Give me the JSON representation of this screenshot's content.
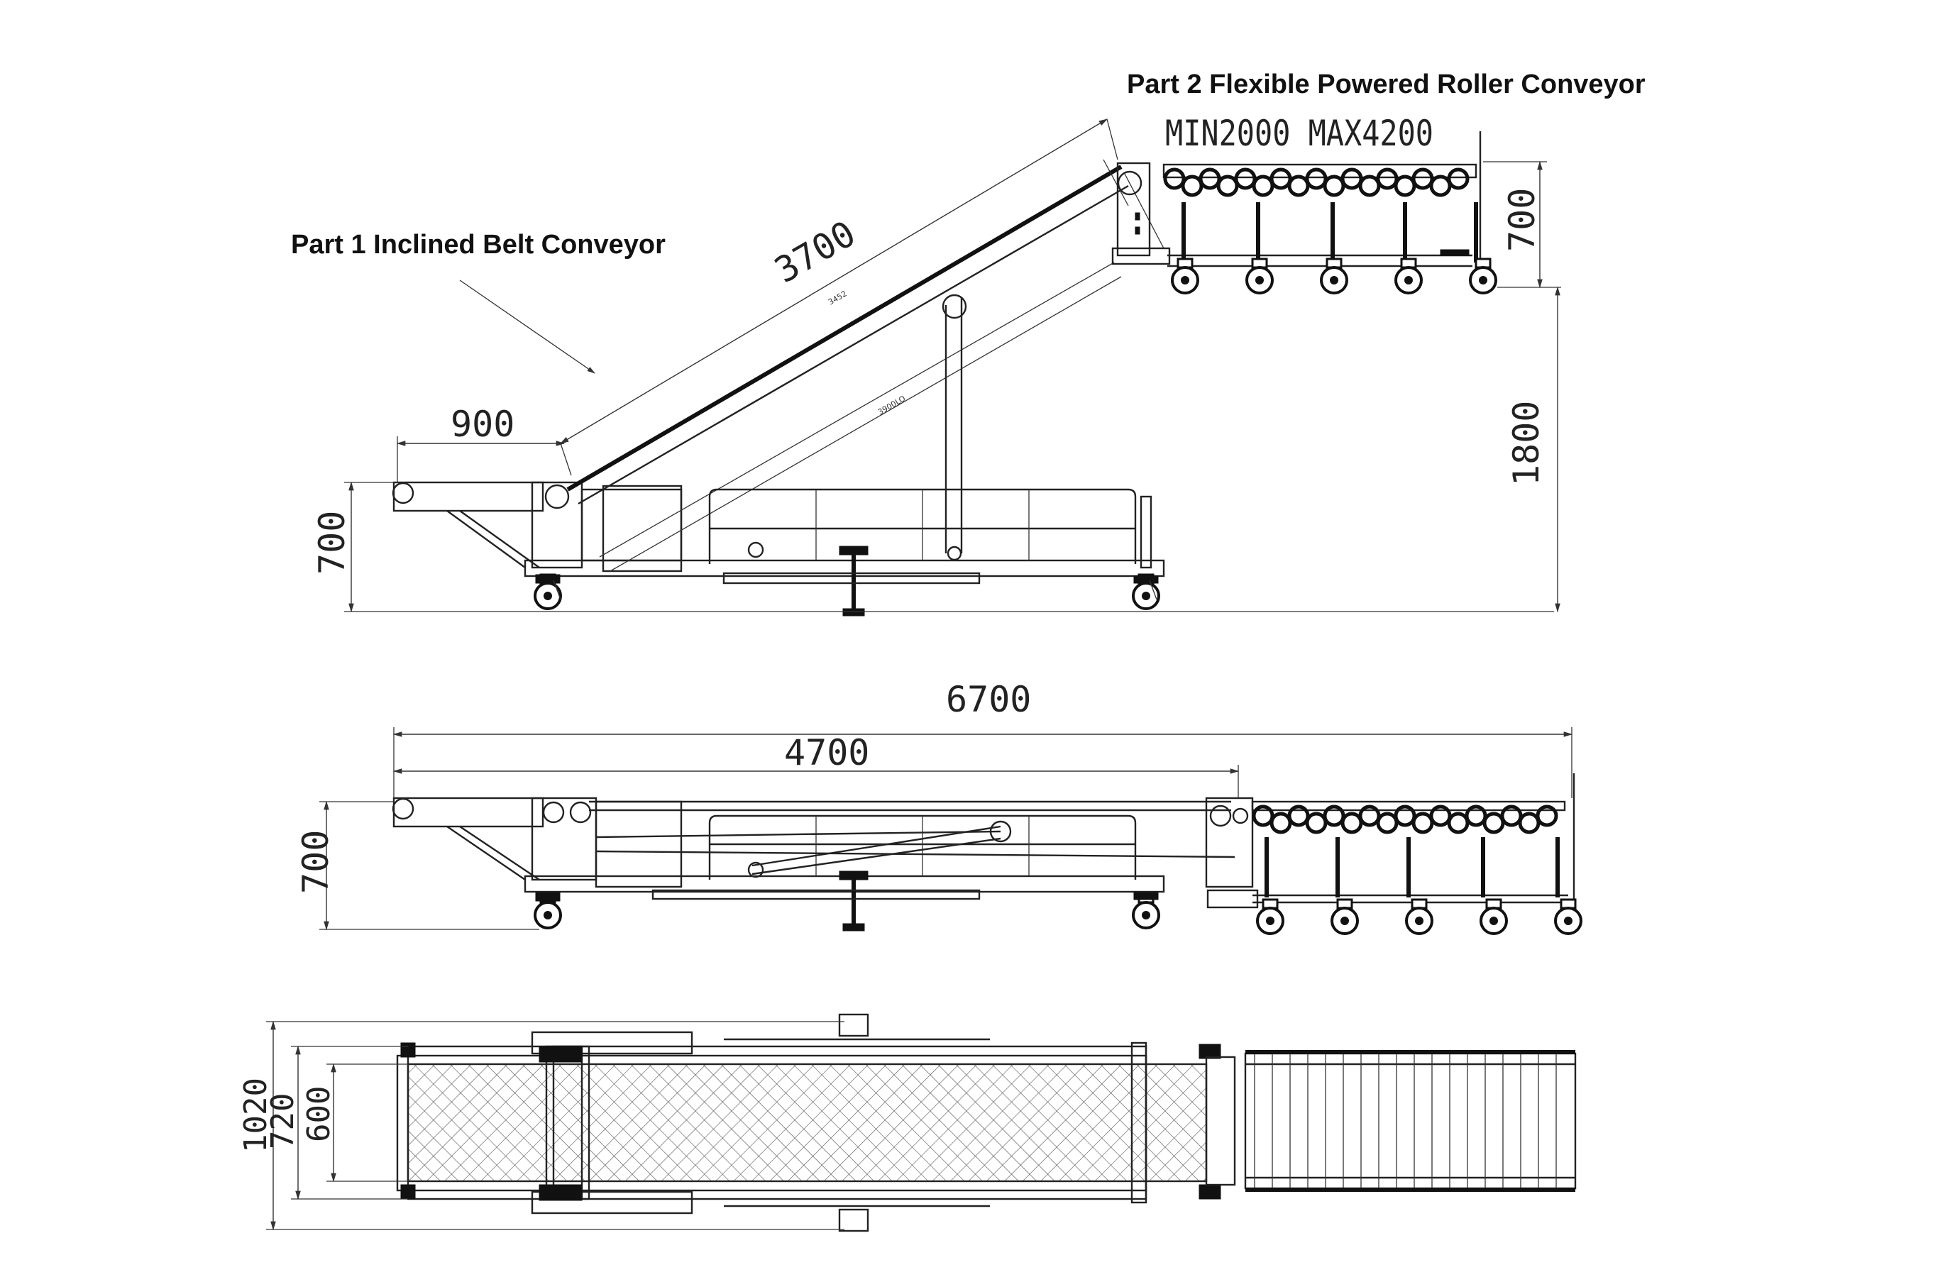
{
  "labels": {
    "part1": "Part 1 Inclined Belt Conveyor",
    "part2": "Part 2 Flexible Powered Roller Conveyor",
    "part2_range": "MIN2000  MAX4200"
  },
  "dimensions": {
    "incline_length": "3700",
    "infeed_length": "900",
    "infeed_height": "700",
    "roller_height_top": "700",
    "discharge_height": "1800",
    "overall_length": "6700",
    "belt_section_length": "4700",
    "side_view_height": "700",
    "frame_width": "1020",
    "belt_outer_width": "720",
    "belt_width": "600"
  },
  "colors": {
    "line": "#222222",
    "background": "#ffffff",
    "belt_mesh": "#555555"
  }
}
